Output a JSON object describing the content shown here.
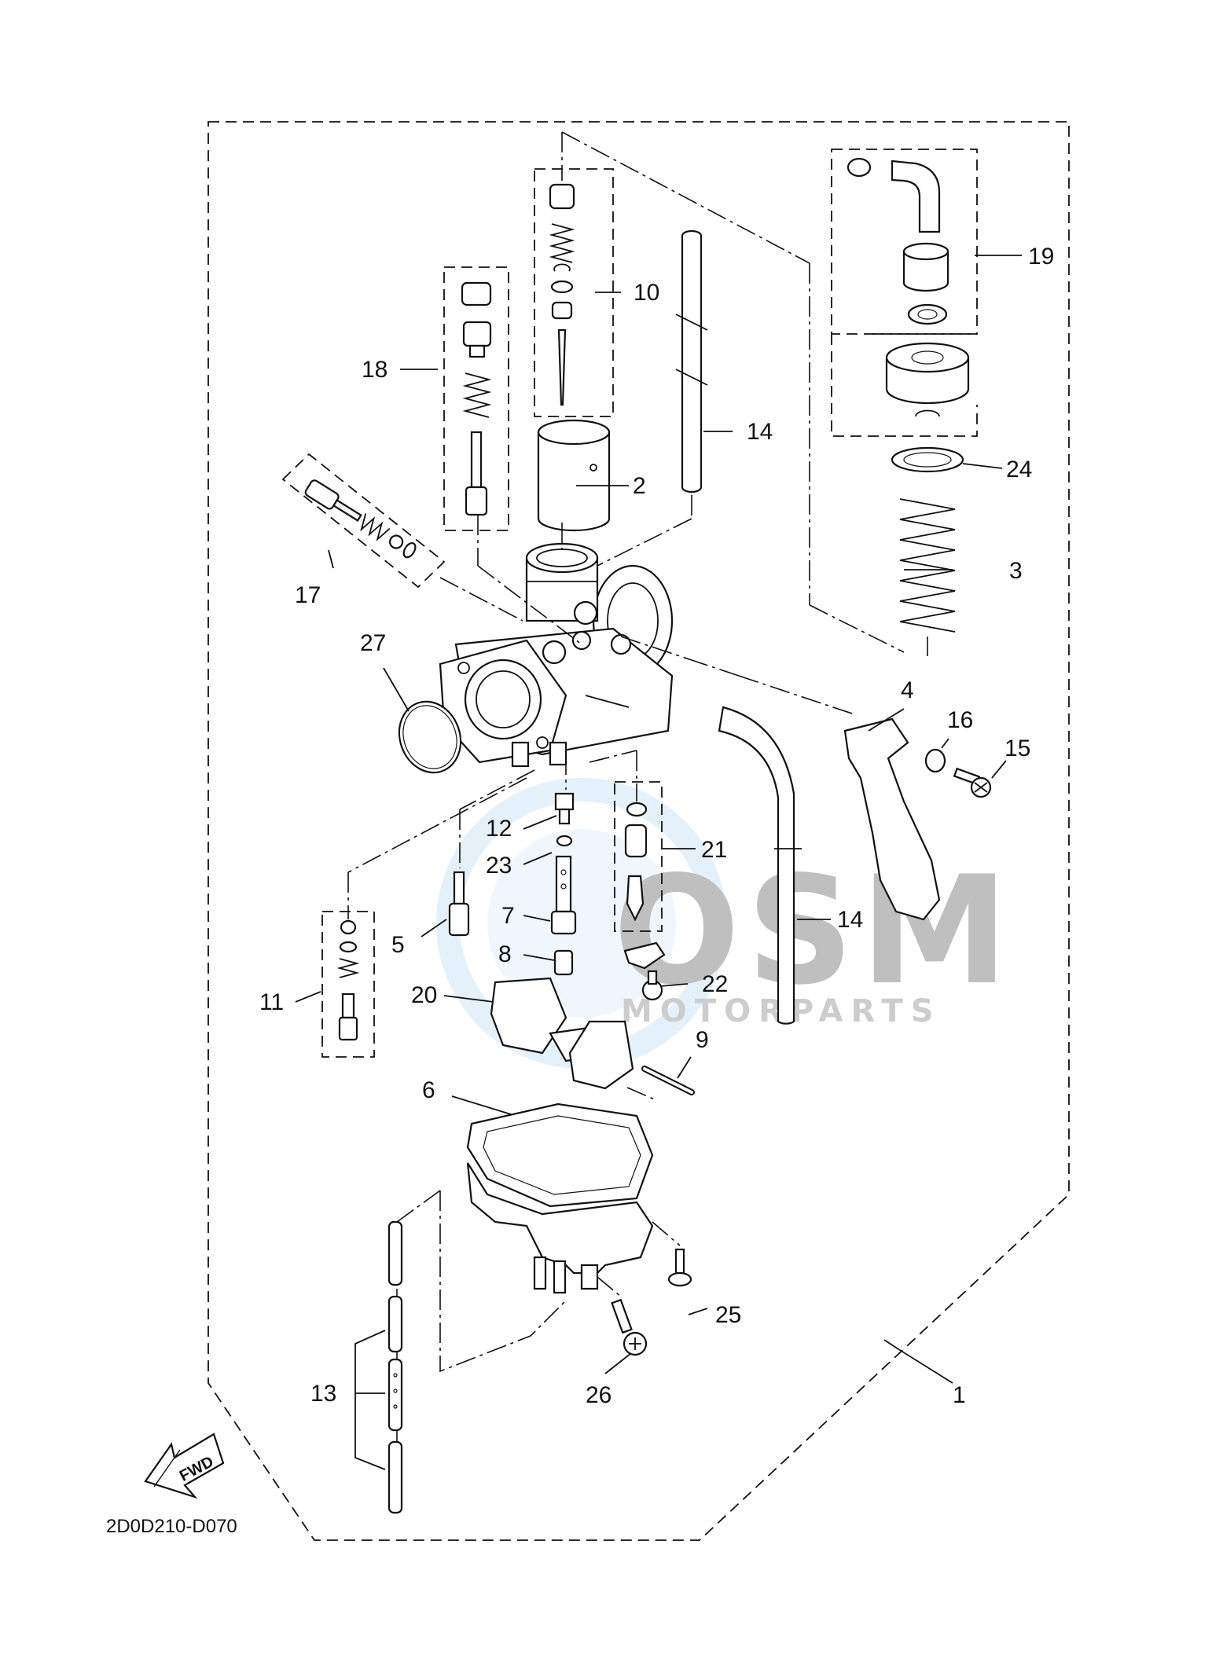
{
  "diagram": {
    "reference_code": "2D0D210-D070",
    "fwd_label": "FWD",
    "watermark": {
      "brand": "OSM",
      "sub": "MOTORPARTS"
    },
    "callouts": [
      {
        "id": "c1",
        "text": "1"
      },
      {
        "id": "c2",
        "text": "2"
      },
      {
        "id": "c3",
        "text": "3"
      },
      {
        "id": "c4",
        "text": "4"
      },
      {
        "id": "c5",
        "text": "5"
      },
      {
        "id": "c6",
        "text": "6"
      },
      {
        "id": "c7",
        "text": "7"
      },
      {
        "id": "c8",
        "text": "8"
      },
      {
        "id": "c9",
        "text": "9"
      },
      {
        "id": "c10",
        "text": "10"
      },
      {
        "id": "c11",
        "text": "11"
      },
      {
        "id": "c12",
        "text": "12"
      },
      {
        "id": "c13",
        "text": "13"
      },
      {
        "id": "c14a",
        "text": "14"
      },
      {
        "id": "c14b",
        "text": "14"
      },
      {
        "id": "c15",
        "text": "15"
      },
      {
        "id": "c16",
        "text": "16"
      },
      {
        "id": "c17",
        "text": "17"
      },
      {
        "id": "c18",
        "text": "18"
      },
      {
        "id": "c19",
        "text": "19"
      },
      {
        "id": "c20",
        "text": "20"
      },
      {
        "id": "c21",
        "text": "21"
      },
      {
        "id": "c22",
        "text": "22"
      },
      {
        "id": "c23",
        "text": "23"
      },
      {
        "id": "c24",
        "text": "24"
      },
      {
        "id": "c25",
        "text": "25"
      },
      {
        "id": "c26",
        "text": "26"
      },
      {
        "id": "c27",
        "text": "27"
      }
    ]
  }
}
